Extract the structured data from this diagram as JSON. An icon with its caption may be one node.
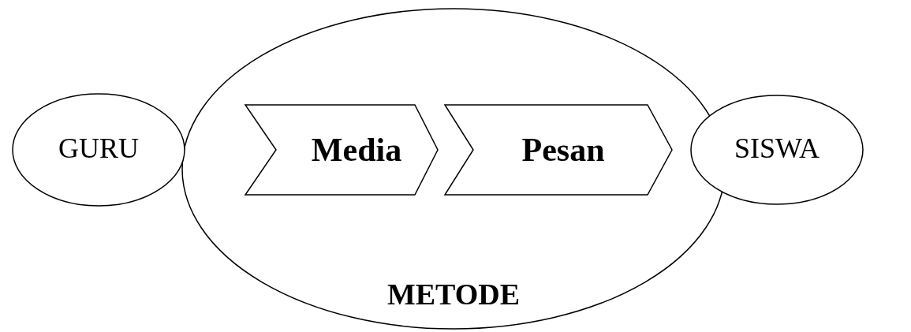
{
  "diagram": {
    "nodes": [
      {
        "text": [
          "GURU"
        ]
      },
      {
        "text": [
          "METODE"
        ]
      },
      {
        "text": [
          "Media"
        ],
        "in": 1
      },
      {
        "text": [
          "Pesan"
        ],
        "in": 1
      },
      {
        "text": [
          "SISWA"
        ]
      }
    ]
  }
}
